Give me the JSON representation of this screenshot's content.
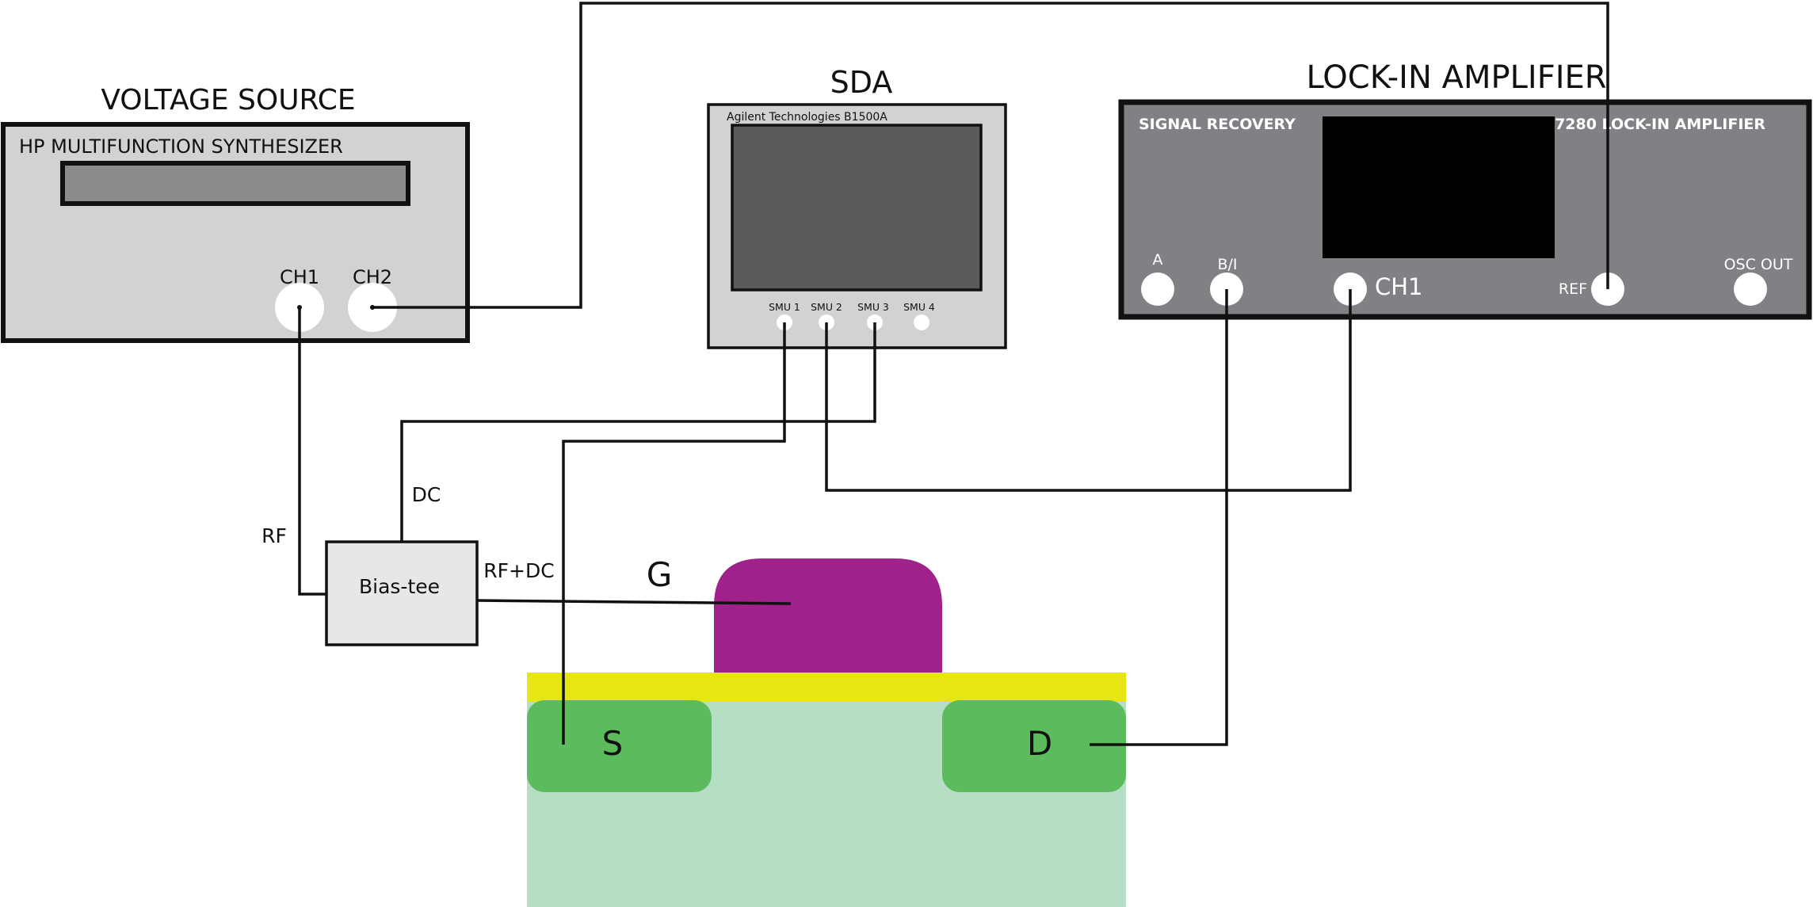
{
  "voltage_source": {
    "title": "VOLTAGE SOURCE",
    "panel_label": "HP MULTIFUNCTION SYNTHESIZER",
    "ch1": "CH1",
    "ch2": "CH2"
  },
  "sda": {
    "title": "SDA",
    "brand": "Agilent Technologies  B1500A",
    "smu1": "SMU 1",
    "smu2": "SMU 2",
    "smu3": "SMU 3",
    "smu4": "SMU 4"
  },
  "lockin": {
    "title": "LOCK-IN AMPLIFIER",
    "brand": "SIGNAL RECOVERY",
    "model": "7280 LOCK-IN AMPLIFIER",
    "a": "A",
    "bi": "B/I",
    "ch1": "CH1",
    "ref": "REF",
    "osc_out": "OSC OUT"
  },
  "bias_tee": {
    "label": "Bias-tee",
    "rf": "RF",
    "dc": "DC",
    "rf_dc": "RF+DC"
  },
  "device": {
    "gate": "G",
    "source": "S",
    "drain": "D"
  },
  "colors": {
    "gate": "#a0218a",
    "oxide": "#e6e614",
    "contacts": "#5cbb5c",
    "substrate": "#b5dfc4",
    "panel_light": "#d1d2d4",
    "panel_dark": "#808184",
    "screen_grey": "#5a5a5c",
    "display_bar": "#8a8b8d"
  }
}
